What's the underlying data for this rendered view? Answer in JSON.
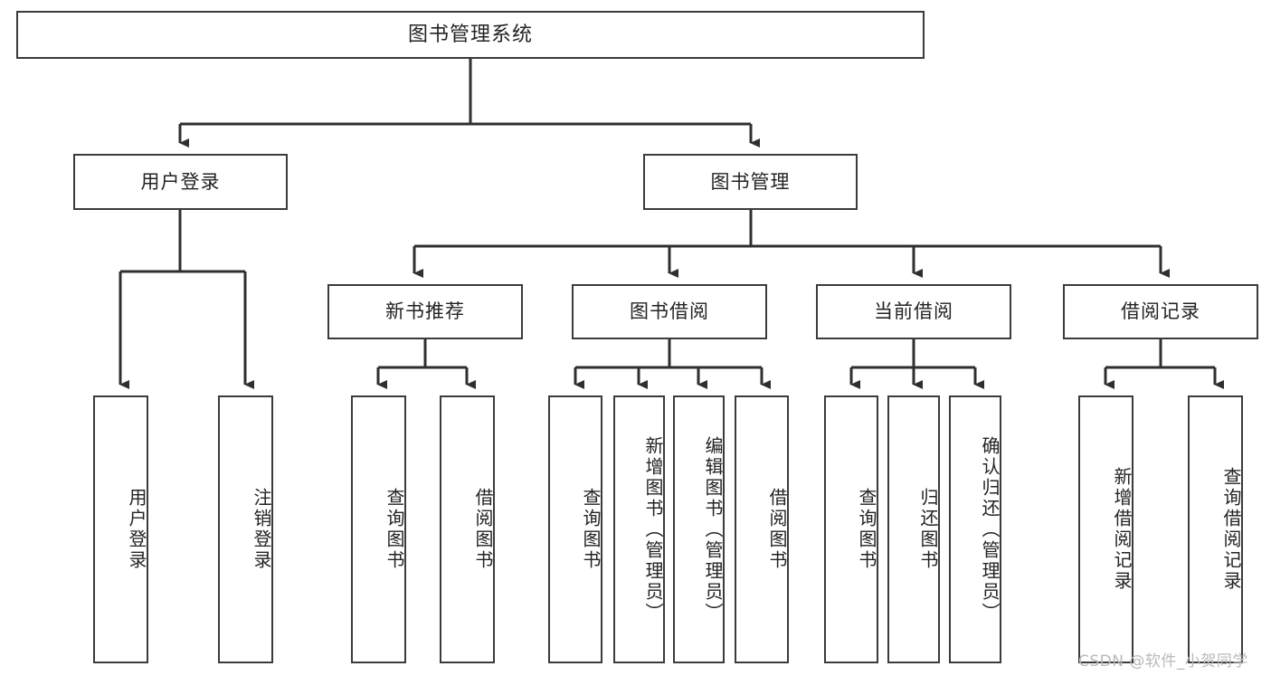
{
  "diagram": {
    "title": "图书管理系统",
    "type": "hierarchy-tree",
    "background_color": "#ffffff",
    "box_border_color": "#3b3b3b",
    "text_color": "#232323",
    "connector_color": "#2f2f2f"
  },
  "root": {
    "label": "图书管理系统"
  },
  "level2": [
    {
      "label": "用户登录"
    },
    {
      "label": "图书管理"
    }
  ],
  "level3": [
    {
      "label": "新书推荐"
    },
    {
      "label": "图书借阅"
    },
    {
      "label": "当前借阅"
    },
    {
      "label": "借阅记录"
    }
  ],
  "leaves": {
    "user_login": [
      {
        "label": "用户登录"
      },
      {
        "label": "注销登录"
      }
    ],
    "new_book_recommend": [
      {
        "label": "查询图书"
      },
      {
        "label": "借阅图书"
      }
    ],
    "book_borrow": [
      {
        "label": "查询图书"
      },
      {
        "label": "新增图书（管理员）"
      },
      {
        "label": "编辑图书（管理员）"
      },
      {
        "label": "借阅图书"
      }
    ],
    "current_borrow": [
      {
        "label": "查询图书"
      },
      {
        "label": "归还图书"
      },
      {
        "label": "确认归还（管理员）"
      }
    ],
    "borrow_records": [
      {
        "label": "新增借阅记录"
      },
      {
        "label": "查询借阅记录"
      }
    ]
  },
  "watermark": {
    "text": "CSDN @软件_小贺同学"
  }
}
